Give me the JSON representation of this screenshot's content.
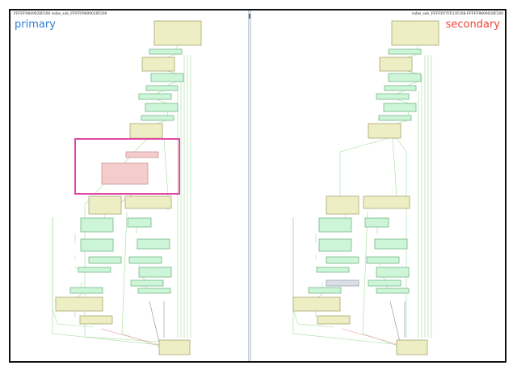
{
  "panes": {
    "left": {
      "header": "FFFFF9609028F200 vulns_sub_FFFFF9609028F200",
      "tag": "primary"
    },
    "right": {
      "header": "vulns_sub_FFFFF97FF23F208-FFFFF9609028F200",
      "tag": "secondary"
    }
  },
  "colors": {
    "block_yellow": "#eeeec4",
    "block_yellow_border": "#a8a672",
    "block_green": "#cdf5d8",
    "block_green_border": "#76b88a",
    "block_red": "#f4cccc",
    "block_red_border": "#cc9696",
    "block_gray": "#dcdfe6",
    "block_gray_border": "#9aa0b0",
    "highlight": "#e04aa4",
    "edge_green": "#a6dba0",
    "edge_red": "#e89898",
    "edge_gray": "#8c8c8c",
    "tag_primary": "#2f7fd6",
    "tag_secondary": "#f0433a"
  }
}
